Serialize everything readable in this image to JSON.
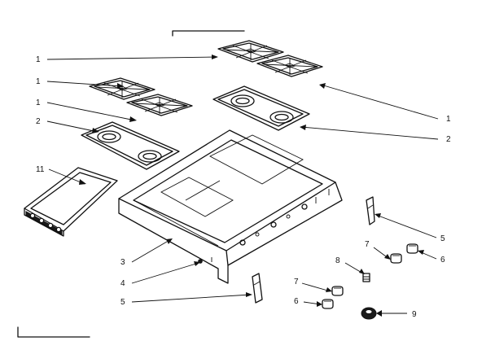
{
  "callouts": {
    "c1a": "1",
    "c1b": "1",
    "c1c": "1",
    "c1d": "1",
    "c2a": "2",
    "c2b": "2",
    "c11": "11",
    "c3": "3",
    "c4": "4",
    "c5a": "5",
    "c5b": "5",
    "c6a": "6",
    "c6b": "6",
    "c7a": "7",
    "c7b": "7",
    "c8": "8",
    "c9": "9"
  }
}
